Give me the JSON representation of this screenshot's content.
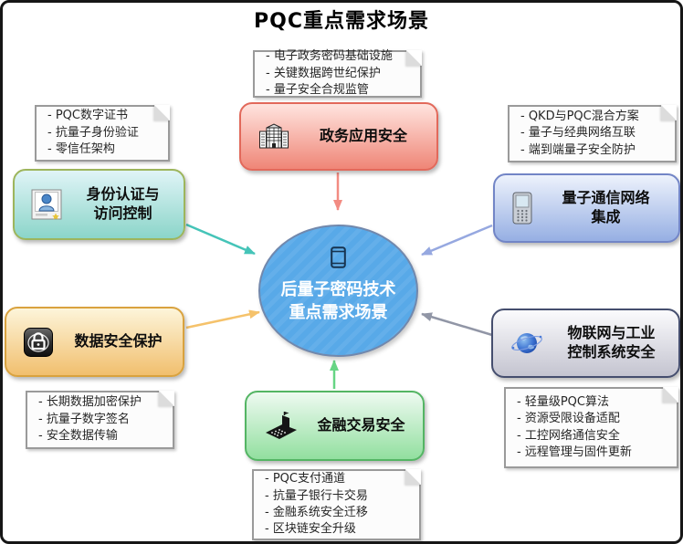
{
  "title": "PQC重点需求场景",
  "center": {
    "lines": [
      "后量子密码技术",
      "重点需求场景"
    ],
    "fill_color": "#58a9e8",
    "icon": "smartphone-icon"
  },
  "nodes": {
    "gov": {
      "lines": [
        "政务应用安全"
      ],
      "icon": "building-icon",
      "border_color": "#e2695b",
      "gradient": [
        "#ffe4df",
        "#ef8677"
      ]
    },
    "identity": {
      "lines": [
        "身份认证与",
        "访问控制"
      ],
      "icon": "user-access-icon",
      "border_color": "#9db55c",
      "gradient": [
        "#e0f4f7",
        "#8bd5c9"
      ]
    },
    "data": {
      "lines": [
        "数据安全保护"
      ],
      "icon": "lock-icon",
      "border_color": "#d9a23e",
      "gradient": [
        "#fdf5da",
        "#f1bf6e"
      ]
    },
    "finance": {
      "lines": [
        "金融交易安全"
      ],
      "icon": "pos-terminal-icon",
      "border_color": "#54b564",
      "gradient": [
        "#eefaf1",
        "#92df9f"
      ]
    },
    "quantum": {
      "lines": [
        "量子通信网络",
        "集成"
      ],
      "icon": "mobile-phone-icon",
      "border_color": "#7285c6",
      "gradient": [
        "#edf2fc",
        "#96afe3"
      ]
    },
    "iot": {
      "lines": [
        "物联网与工业",
        "控制系统安全"
      ],
      "icon": "globe-icon",
      "border_color": "#454e6e",
      "gradient": [
        "#fbfbfd",
        "#c4c4d0"
      ]
    }
  },
  "notes": {
    "gov": {
      "lines": [
        "- 电子政务密码基础设施",
        "- 关键数据跨世纪保护",
        "- 量子安全合规监管"
      ]
    },
    "identity": {
      "lines": [
        "- PQC数字证书",
        "- 抗量子身份验证",
        "- 零信任架构"
      ]
    },
    "data": {
      "lines": [
        "- 长期数据加密保护",
        "- 抗量子数字签名",
        "- 安全数据传输"
      ]
    },
    "finance": {
      "lines": [
        "- PQC支付通道",
        "- 抗量子银行卡交易",
        "- 金融系统安全迁移",
        "- 区块链安全升级"
      ]
    },
    "quantum": {
      "lines": [
        "- QKD与PQC混合方案",
        "- 量子与经典网络互联",
        "- 端到端量子安全防护"
      ]
    },
    "iot": {
      "lines": [
        "- 轻量级PQC算法",
        "- 资源受限设备适配",
        "- 工控网络通信安全",
        "- 远程管理与固件更新"
      ]
    }
  },
  "arrow_colors": {
    "gov": "#f28b82",
    "identity": "#45c4b8",
    "data": "#f5c26b",
    "quantum": "#96a8e0",
    "iot": "#9196a6",
    "finance": "#66d584"
  },
  "frame_border_color": "#161616"
}
